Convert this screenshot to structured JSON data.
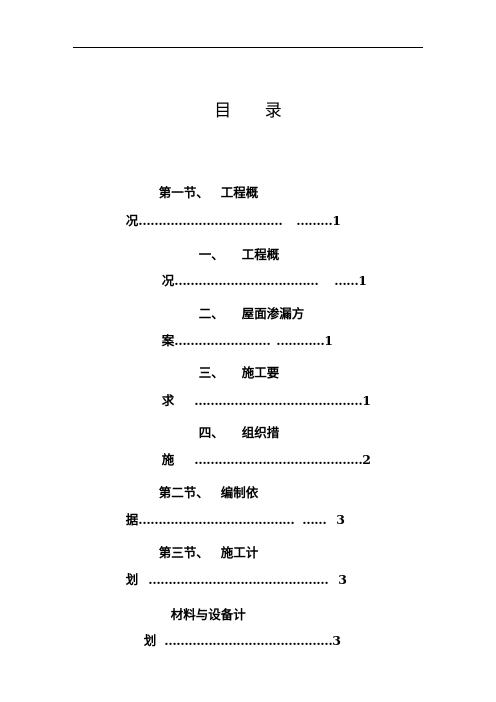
{
  "document": {
    "title": "目 录",
    "entries": [
      {
        "num": "第一节、",
        "text_line1": "工程概",
        "text_line2_char": "况",
        "dots1": "………………………………",
        "dots2": "………",
        "page": "1"
      },
      {
        "num": "一、",
        "text_line1": "工程概",
        "text_line2_char": "况",
        "dots1": "………………………………",
        "dots2": "……",
        "page": "1"
      },
      {
        "num": "二、",
        "text_line1": "屋面渗漏方",
        "text_line2_char": "案",
        "dots1": "……………………",
        "dots2": "…………",
        "page": "1"
      },
      {
        "num": "三、",
        "text_line1": "施工要",
        "text_line2_char": "求",
        "dots1": "……………………………………",
        "dots2": "",
        "page": "1"
      },
      {
        "num": "四、",
        "text_line1": "组织措",
        "text_line2_char": "施",
        "dots1": "……………………………………",
        "dots2": "",
        "page": "2"
      },
      {
        "num": "第二节、",
        "text_line1": "编制依",
        "text_line2_char": "据",
        "dots1": "…………………………………",
        "dots2": "……",
        "page": "3"
      },
      {
        "num": "第三节、",
        "text_line1": "施工计",
        "text_line2_char": "划",
        "dots1": "………………………………………",
        "dots2": "",
        "page": "3"
      },
      {
        "num": "",
        "text_line1": "材料与设备计",
        "text_line2_char": "划",
        "dots1": "……………………………………",
        "dots2": "",
        "page": "3"
      }
    ]
  }
}
